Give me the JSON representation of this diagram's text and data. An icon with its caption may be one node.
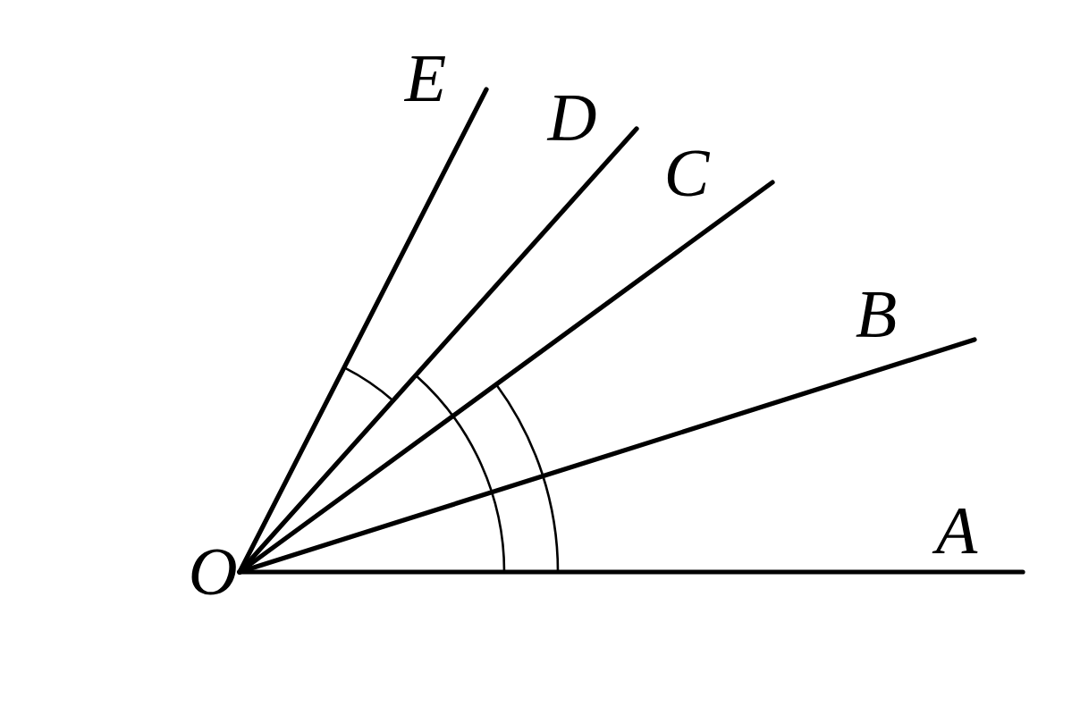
{
  "diagram": {
    "nodes": [
      {
        "text": [
          "O"
        ]
      },
      {
        "text": [
          "A"
        ]
      },
      {
        "text": [
          "B"
        ]
      },
      {
        "text": [
          "C"
        ]
      },
      {
        "text": [
          "D"
        ]
      },
      {
        "text": [
          "E"
        ]
      }
    ],
    "edges": [
      {
        "from": 0,
        "to": 1,
        "arrow": "none"
      },
      {
        "from": 0,
        "to": 2,
        "arrow": "none"
      },
      {
        "from": 0,
        "to": 3,
        "arrow": "none"
      },
      {
        "from": 0,
        "to": 4,
        "arrow": "none"
      },
      {
        "from": 0,
        "to": 5,
        "arrow": "none"
      }
    ]
  }
}
